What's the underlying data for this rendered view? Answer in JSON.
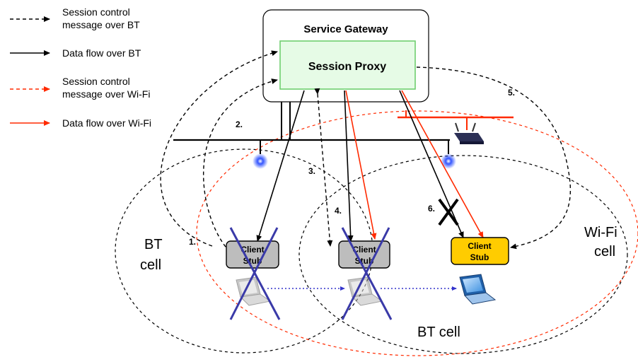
{
  "legend": [
    {
      "line1": "Session control",
      "line2": "message over BT",
      "color": "#000000",
      "dashed": true
    },
    {
      "line1": "Data flow over BT",
      "line2": "",
      "color": "#000000",
      "dashed": false
    },
    {
      "line1": "Session control",
      "line2": "message over Wi-Fi",
      "color": "#ff2a00",
      "dashed": true
    },
    {
      "line1": "Data flow over Wi-Fi",
      "line2": "",
      "color": "#ff2a00",
      "dashed": false
    }
  ],
  "gateway": {
    "title": "Service Gateway",
    "proxy": "Session Proxy"
  },
  "stubs": [
    {
      "line1": "Client",
      "line2": "Stub",
      "color": "#bdbdbd"
    },
    {
      "line1": "Client",
      "line2": "Stub",
      "color": "#bdbdbd"
    },
    {
      "line1": "Client",
      "line2": "Stub",
      "color": "#ffcc00"
    }
  ],
  "steps": [
    "1.",
    "2.",
    "3.",
    "4.",
    "5.",
    "6."
  ],
  "cells": {
    "bt_left_line1": "BT",
    "bt_left_line2": "cell",
    "bt_right": "BT cell",
    "wifi_line1": "Wi-Fi",
    "wifi_line2": "cell"
  },
  "colors": {
    "bt": "#000000",
    "wifi": "#ff2a00",
    "move": "#3333cc",
    "cross": "#3a3aa8",
    "proxy_fill": "#e6fbe6",
    "proxy_border": "#6fcf6f"
  }
}
